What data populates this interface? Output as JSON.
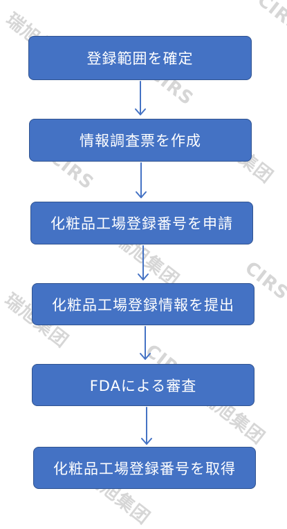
{
  "steps": [
    "登録範囲を確定",
    "情報調査票を作成",
    "化粧品工場登録番号を申請",
    "化粧品工場登録情報を提出",
    "FDAによる審査",
    "化粧品工場登録番号を取得"
  ],
  "watermark": {
    "logo": "CIRS",
    "company": "瑞旭集团"
  },
  "colors": {
    "box_fill": "#4472c4",
    "box_border": "#2f528f",
    "arrow": "#4472c4",
    "text": "#ffffff"
  }
}
